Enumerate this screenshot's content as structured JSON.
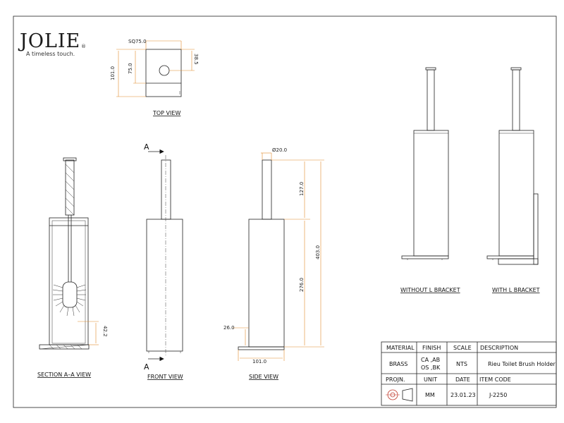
{
  "brand": {
    "name": "JOLIE",
    "registered": "®",
    "tagline": "A timeless touch."
  },
  "dimensions": {
    "top_sq": "SQ75.0",
    "top_101": "101.0",
    "top_75": "75.0",
    "top_385": "38.5",
    "side_d20": "Ø20.0",
    "side_127": "127.0",
    "side_403": "403.0",
    "side_276": "276.0",
    "side_26": "26.0",
    "side_101": "101.0",
    "sec_422": "42.2"
  },
  "views": {
    "top": "TOP VIEW",
    "section": "SECTION A–A VIEW",
    "front": "FRONT VIEW",
    "side": "SIDE VIEW",
    "without": "WITHOUT L BRACKET",
    "with": "WITH L BRACKET"
  },
  "section_marks": {
    "top": "A",
    "bottom": "A"
  },
  "title_block": {
    "headers": {
      "material": "MATERIAL",
      "finish": "FINISH",
      "scale": "SCALE",
      "description": "DESCRIPTION"
    },
    "values": {
      "material": "BRASS",
      "finish_line1": "CA ,AB",
      "finish_line2": "OS ,BK",
      "scale": "NTS",
      "description": "Rieu Toilet Brush Holder"
    },
    "headers2": {
      "projection": "PROJN.",
      "unit": "UNIT",
      "date": "DATE",
      "item_code": "ITEM CODE"
    },
    "values2": {
      "unit": "MM",
      "date": "23.01.23",
      "item_code": "J-2250"
    }
  },
  "colors": {
    "dimension": "#e08a2a",
    "outline": "#222222"
  }
}
